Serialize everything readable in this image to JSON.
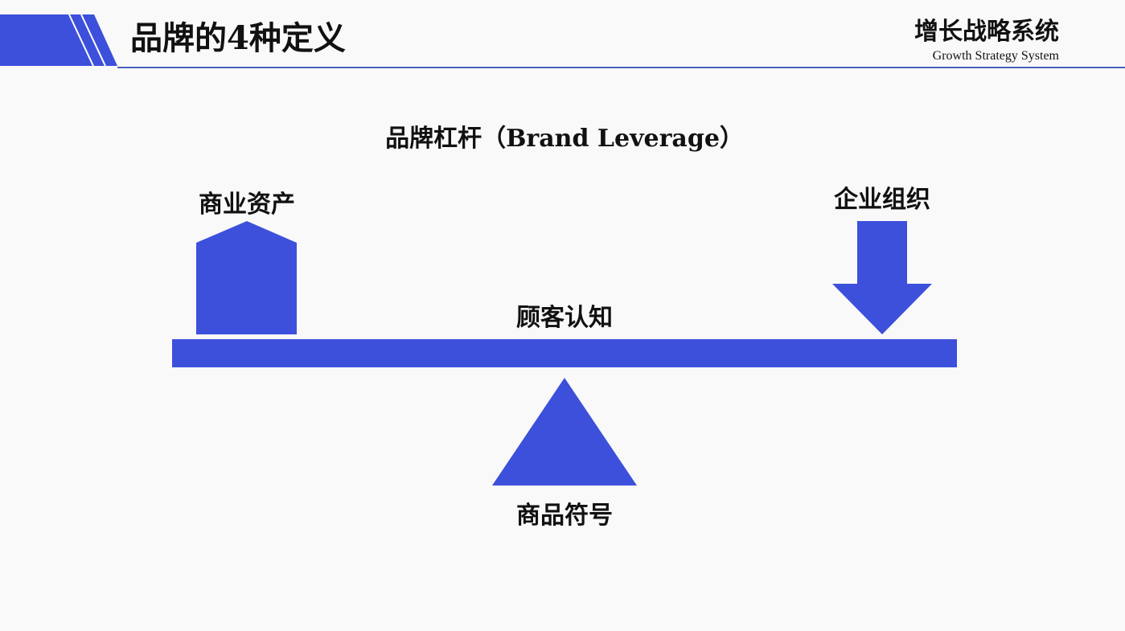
{
  "header": {
    "title": "品牌的4种定义",
    "brand_cn": "增长战略系统",
    "brand_en": "Growth Strategy System"
  },
  "diagram": {
    "heading": "品牌杠杆（Brand Leverage）",
    "left_label": "商业资产",
    "right_label": "企业组织",
    "beam_label": "顾客认知",
    "fulcrum_label": "商品符号"
  },
  "colors": {
    "accent": "#3d50db",
    "rule": "#4a5fc0"
  }
}
